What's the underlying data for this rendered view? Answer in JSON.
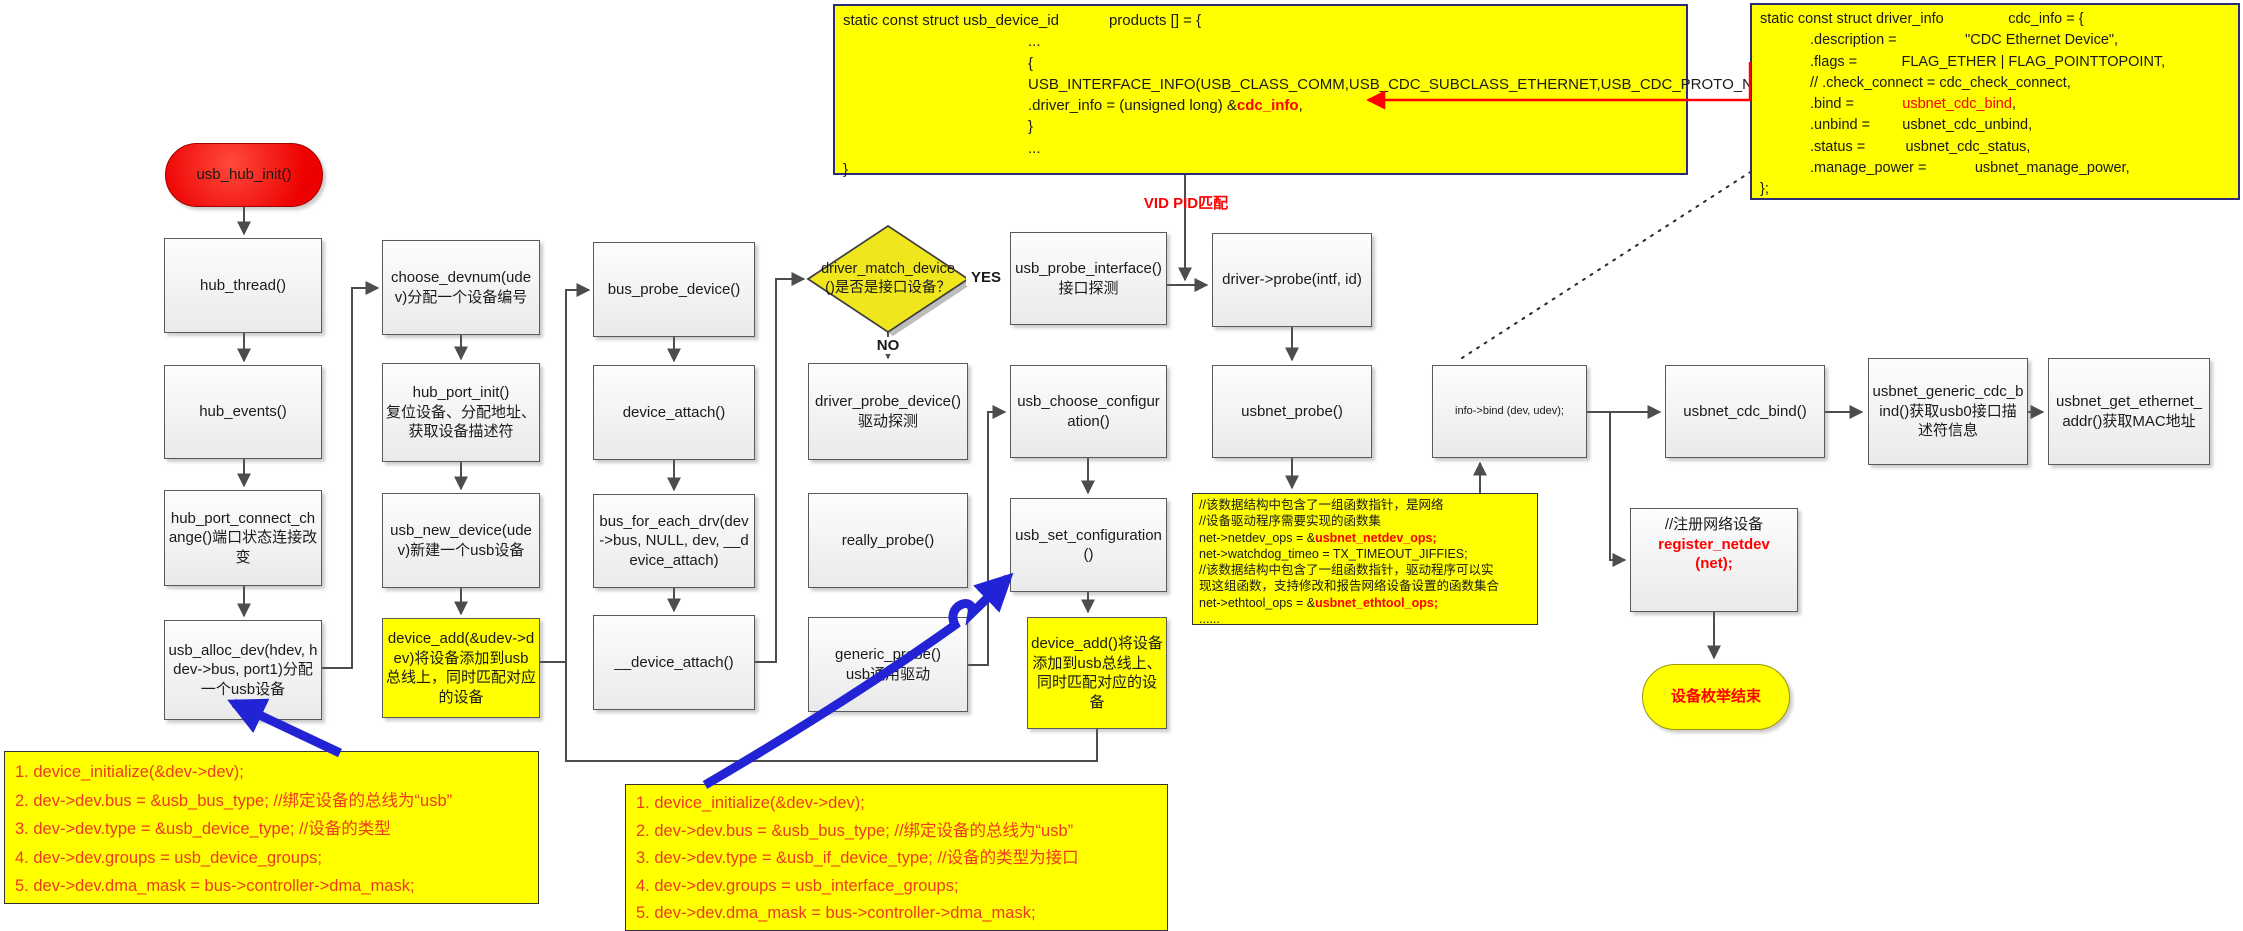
{
  "colors": {
    "node_yellow": "#ffff00",
    "diamond_yellow": "#f0e61e",
    "accent_red": "#ff0000",
    "code_red": "#ee3a1f",
    "blue_arrow": "#2323d6",
    "line_gray": "#4d4d4d",
    "start_red": "#ec0000"
  },
  "nodes": {
    "usb_hub_init": "usb_hub_init()",
    "hub_thread": "hub_thread()",
    "hub_events": "hub_events()",
    "hub_port_connect_change": "hub_port_connect_change()端口状态连接改变",
    "usb_alloc_dev": "usb_alloc_dev(hdev, hdev->bus, port1)分配一个usb设备",
    "choose_devnum": "choose_devnum(udev)分配一个设备编号",
    "hub_port_init": "hub_port_init()\n复位设备、分配地址、获取设备描述符",
    "usb_new_device": "usb_new_device(udev)新建一个usb设备",
    "device_add_udev": "device_add(&udev->dev)将设备添加到usb总线上，同时匹配对应的设备",
    "bus_probe_device": "bus_probe_device()",
    "device_attach": "device_attach()",
    "bus_for_each_drv": "bus_for_each_drv(dev->bus, NULL, dev, __device_attach)",
    "__device_attach": "__device_attach()",
    "driver_match_device": "driver_match_device()是否是接口设备？",
    "driver_probe_device": "driver_probe_device()驱动探测",
    "really_probe": "really_probe()",
    "generic_probe": "generic_probe()\nusb通用驱动",
    "usb_probe_interface": "usb_probe_interface()接口探测",
    "usb_choose_configuration": "usb_choose_configuration()",
    "usb_set_configuration": "usb_set_configuration()",
    "device_add_intf": "device_add()将设备添加到usb总线上、同时匹配对应的设备",
    "driver_probe": "driver->probe(intf, id)",
    "usbnet_probe": "usbnet_probe()",
    "info_bind": "info->bind (dev, udev);",
    "usbnet_cdc_bind": "usbnet_cdc_bind()",
    "usbnet_generic_cdc_bind": "usbnet_generic_cdc_bind()获取usb0接口描述符信息",
    "usbnet_get_ethernet_addr": "usbnet_get_ethernet_addr()获取MAC地址",
    "device_enum_end": "设备枚举结束"
  },
  "labels": {
    "yes": "YES",
    "no": "NO",
    "vid_pid": "VID PID匹配"
  },
  "code": {
    "products": {
      "lines": [
        {
          "seg": [
            [
              "static const struct usb_device_id            products [] = {"
            ]
          ]
        },
        {
          "ind": 185,
          "seg": [
            [
              "..."
            ]
          ]
        },
        {
          "ind": 185,
          "seg": [
            [
              "{"
            ]
          ]
        },
        {
          "ind": 185,
          "seg": [
            [
              "USB_INTERFACE_INFO(USB_CLASS_COMM,USB_CDC_SUBCLASS_ETHERNET,USB_CDC_PROTO_NONE),"
            ]
          ]
        },
        {
          "ind": 185,
          "seg": [
            [
              ".driver_info = (unsigned long) &"
            ],
            [
              "cdc_info",
              "rb"
            ],
            [
              ","
            ]
          ]
        },
        {
          "ind": 185,
          "seg": [
            [
              "}"
            ]
          ]
        },
        {
          "ind": 185,
          "seg": [
            [
              "..."
            ]
          ]
        },
        {
          "seg": [
            [
              "}"
            ]
          ]
        }
      ]
    },
    "cdc_info": {
      "lines": [
        {
          "seg": [
            [
              "static const struct driver_info                cdc_info = {"
            ]
          ]
        },
        {
          "ind": 50,
          "seg": [
            [
              ".description =                 \"CDC Ethernet Device\","
            ]
          ]
        },
        {
          "ind": 50,
          "seg": [
            [
              ".flags =           FLAG_ETHER | FLAG_POINTTOPOINT,"
            ]
          ]
        },
        {
          "ind": 50,
          "seg": [
            [
              "// .check_connect = cdc_check_connect,"
            ]
          ]
        },
        {
          "ind": 50,
          "seg": [
            [
              ".bind =            "
            ],
            [
              "usbnet_cdc_bind",
              "r"
            ],
            [
              ","
            ]
          ]
        },
        {
          "ind": 50,
          "seg": [
            [
              ".unbind =        usbnet_cdc_unbind,"
            ]
          ]
        },
        {
          "ind": 50,
          "seg": [
            [
              ".status =          usbnet_cdc_status,"
            ]
          ]
        },
        {
          "ind": 50,
          "seg": [
            [
              ".manage_power =            usbnet_manage_power,"
            ]
          ]
        },
        {
          "seg": [
            [
              "};"
            ]
          ]
        }
      ]
    },
    "netdev_note": {
      "lines": [
        {
          "seg": [
            [
              "//该数据结构中包含了一组函数指针，是网络"
            ]
          ]
        },
        {
          "seg": [
            [
              "//设备驱动程序需要实现的函数集"
            ]
          ]
        },
        {
          "seg": [
            [
              "net->netdev_ops = &"
            ],
            [
              "usbnet_netdev_ops;",
              "rb"
            ]
          ]
        },
        {
          "seg": [
            [
              "net->watchdog_timeo = TX_TIMEOUT_JIFFIES;"
            ]
          ]
        },
        {
          "seg": [
            [
              "//该数据结构中包含了一组函数指针，驱动程序可以实"
            ]
          ]
        },
        {
          "seg": [
            [
              "现这组函数，支持修改和报告网络设备设置的函数集合"
            ]
          ]
        },
        {
          "seg": [
            [
              "net->ethtool_ops = &"
            ],
            [
              "usbnet_ethtool_ops;",
              "rb"
            ]
          ]
        },
        {
          "seg": [
            [
              "......"
            ]
          ]
        }
      ]
    },
    "register_netdev": {
      "lines": [
        {
          "seg": [
            [
              "//注册网络设备"
            ]
          ]
        },
        {
          "seg": [
            [
              "register_netdev",
              "rb"
            ]
          ]
        },
        {
          "seg": [
            [
              "(net);",
              "rb"
            ]
          ]
        }
      ]
    },
    "device_init_usb": {
      "lines": [
        {
          "seg": [
            [
              "1. device_initialize(&dev->dev);"
            ]
          ]
        },
        {
          "seg": [
            [
              "2. dev->dev.bus = &usb_bus_type; //绑定设备的总线为“usb”"
            ]
          ]
        },
        {
          "seg": [
            [
              "3. dev->dev.type = &usb_device_type; //设备的类型"
            ]
          ]
        },
        {
          "seg": [
            [
              "4. dev->dev.groups = usb_device_groups;"
            ]
          ]
        },
        {
          "seg": [
            [
              "5. dev->dev.dma_mask = bus->controller->dma_mask;"
            ]
          ]
        }
      ]
    },
    "device_init_intf": {
      "lines": [
        {
          "seg": [
            [
              "1. device_initialize(&dev->dev);"
            ]
          ]
        },
        {
          "seg": [
            [
              "2. dev->dev.bus = &usb_bus_type; //绑定设备的总线为“usb”"
            ]
          ]
        },
        {
          "seg": [
            [
              "3. dev->dev.type = &usb_if_device_type; //设备的类型为接口"
            ]
          ]
        },
        {
          "seg": [
            [
              "4. dev->dev.groups = usb_interface_groups;"
            ]
          ]
        },
        {
          "seg": [
            [
              "5. dev->dev.dma_mask = bus->controller->dma_mask;"
            ]
          ]
        }
      ]
    }
  }
}
